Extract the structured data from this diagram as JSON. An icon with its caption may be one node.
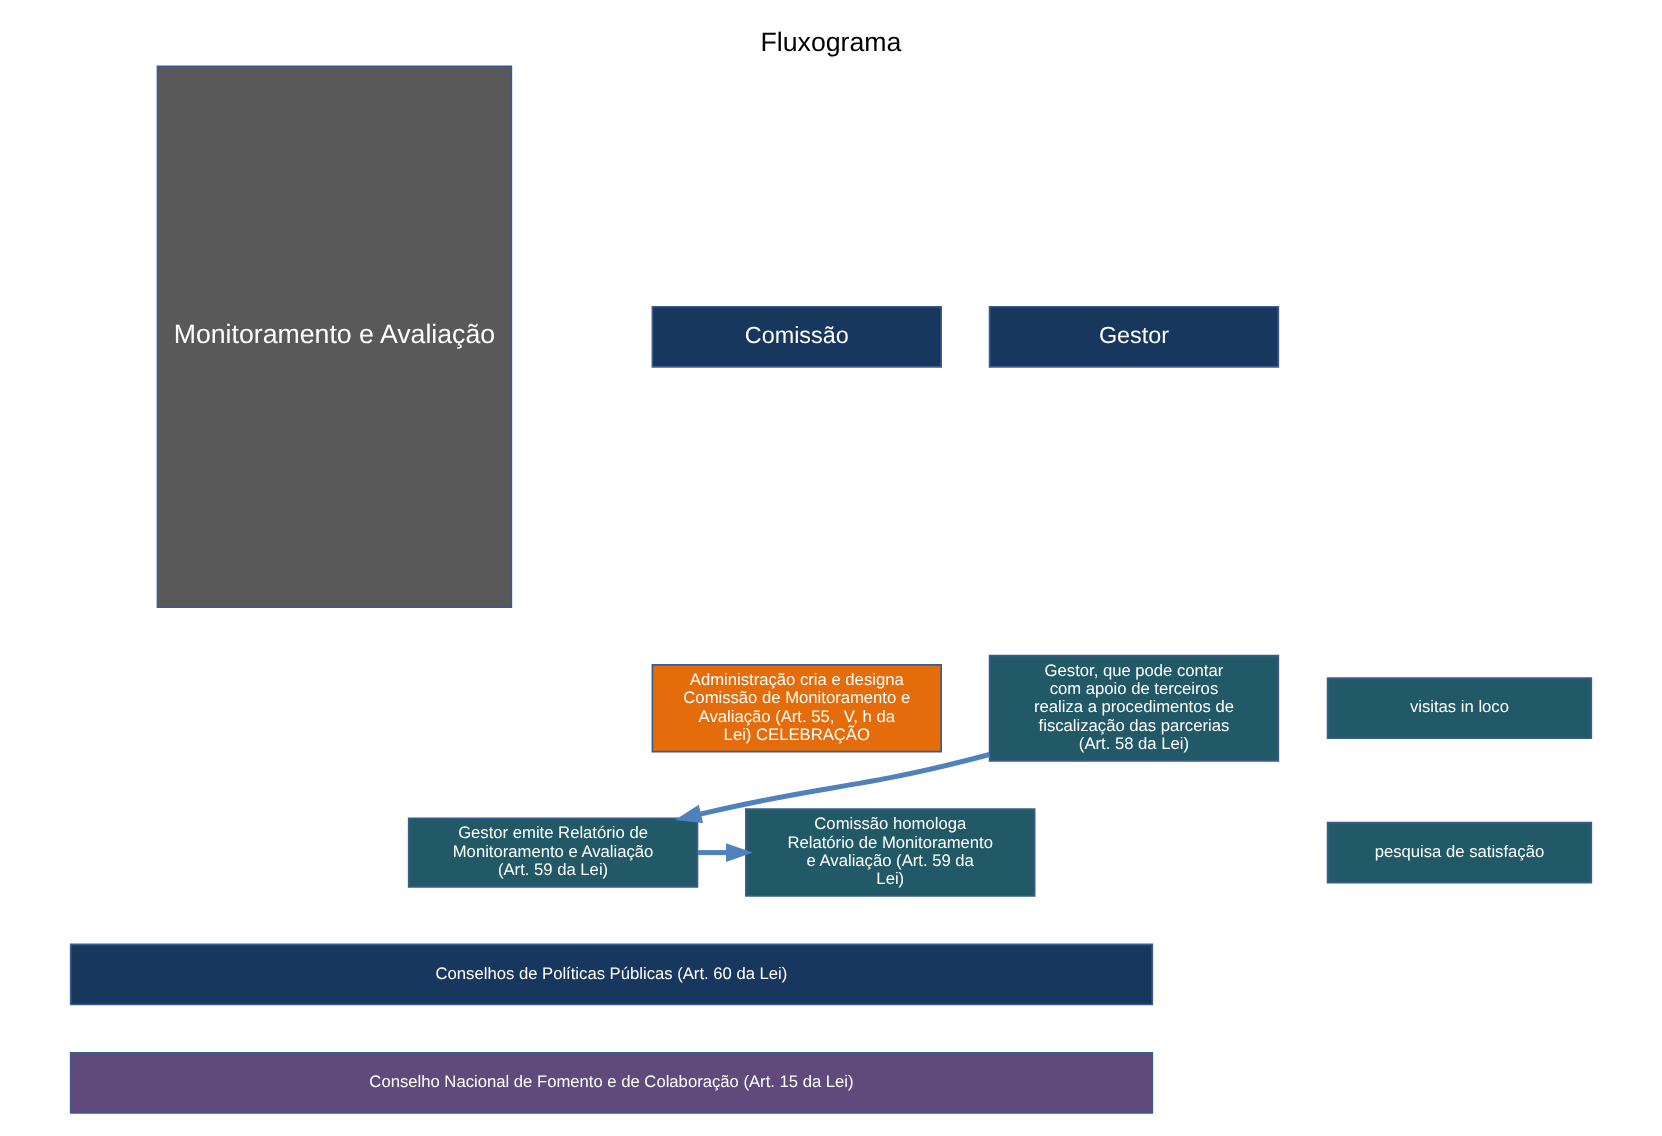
{
  "diagram": {
    "title": "Fluxograma",
    "nodes": [
      {
        "text": [
          "Monitoramento e Avaliação"
        ]
      },
      {
        "text": [
          "Comissão"
        ]
      },
      {
        "text": [
          "Gestor"
        ]
      },
      {
        "text": [
          "Administração cria e designa Comissão de Monitoramento e Avaliação (Art. 55,  V, h da Lei) CELEBRAÇÃO"
        ]
      },
      {
        "text": [
          "Gestor, que pode contar com apoio de terceiros realiza a procedimentos de fiscalização das parcerias  (Art. 58 da Lei)"
        ]
      },
      {
        "text": [
          "visitas in loco"
        ]
      },
      {
        "text": [
          "pesquisa de satisfação"
        ]
      },
      {
        "text": [
          "Gestor emite Relatório de Monitoramento e Avaliação (Art. 59 da Lei)"
        ]
      },
      {
        "text": [
          "Comissão homologa Relatório de Monitoramento e Avaliação (Art. 59 da Lei)"
        ]
      },
      {
        "text": [
          "Conselhos de Políticas Públicas (Art. 60 da Lei)"
        ]
      },
      {
        "text": [
          "Conselho Nacional de Fomento e de Colaboração (Art. 15 da Lei)"
        ]
      }
    ],
    "edges": [
      {
        "from": 4,
        "to": 7,
        "arrow": "to"
      },
      {
        "from": 7,
        "to": 8,
        "arrow": "to"
      }
    ]
  }
}
